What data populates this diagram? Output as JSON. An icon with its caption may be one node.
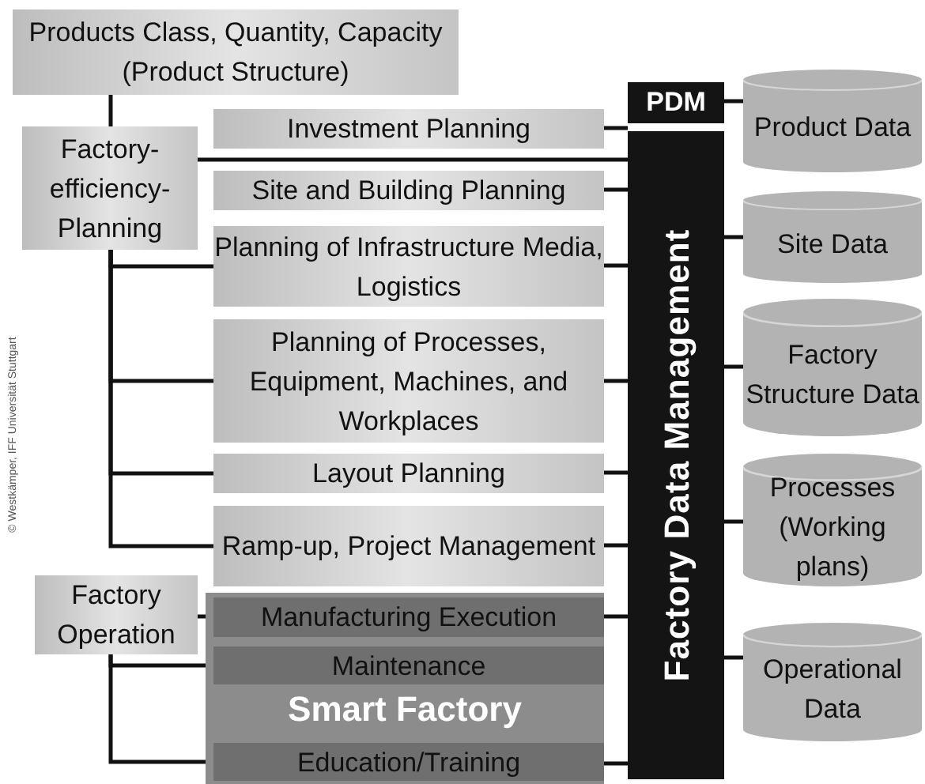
{
  "diagram": {
    "nodes": [
      {
        "text": [
          "Products Class, Quantity, Capacity (Product Structure)"
        ]
      },
      {
        "text": [
          "Factory-efficiency-Planning"
        ]
      },
      {
        "text": [
          "Investment Planning"
        ]
      },
      {
        "text": [
          "Site and Building Planning"
        ]
      },
      {
        "text": [
          "Planning of Infrastructure Media, Logistics"
        ]
      },
      {
        "text": [
          "Planning of Processes, Equipment, Machines, and Workplaces"
        ]
      },
      {
        "text": [
          "Layout Planning"
        ]
      },
      {
        "text": [
          "Ramp-up, Project Management"
        ]
      },
      {
        "text": [
          "Factory Operation"
        ]
      },
      {
        "text": [
          "Smart Factory"
        ]
      },
      {
        "text": [
          "Manufacturing Execution"
        ],
        "in": 9
      },
      {
        "text": [
          "Maintenance"
        ],
        "in": 9
      },
      {
        "text": [
          "Education/Training"
        ],
        "in": 9
      },
      {
        "text": [
          "PDM"
        ]
      },
      {
        "text": [
          "Factory Data Management"
        ]
      },
      {
        "text": [
          "Product Data"
        ]
      },
      {
        "text": [
          "Site Data"
        ]
      },
      {
        "text": [
          "Factory Structure Data"
        ]
      },
      {
        "text": [
          "Processes (Working plans)"
        ]
      },
      {
        "text": [
          "Operational Data"
        ]
      }
    ],
    "edges": [
      {
        "from": 0,
        "to": 1,
        "arrow": "none"
      },
      {
        "from": 1,
        "to": 14,
        "arrow": "none"
      },
      {
        "from": 1,
        "to": 4,
        "arrow": "none"
      },
      {
        "from": 1,
        "to": 5,
        "arrow": "none"
      },
      {
        "from": 1,
        "to": 6,
        "arrow": "none"
      },
      {
        "from": 1,
        "to": 7,
        "arrow": "none"
      },
      {
        "from": 8,
        "to": 10,
        "arrow": "none"
      },
      {
        "from": 8,
        "to": 11,
        "arrow": "none"
      },
      {
        "from": 8,
        "to": 12,
        "arrow": "none"
      },
      {
        "from": 2,
        "to": 14,
        "arrow": "none"
      },
      {
        "from": 3,
        "to": 14,
        "arrow": "none"
      },
      {
        "from": 4,
        "to": 14,
        "arrow": "none"
      },
      {
        "from": 5,
        "to": 14,
        "arrow": "none"
      },
      {
        "from": 6,
        "to": 14,
        "arrow": "none"
      },
      {
        "from": 7,
        "to": 14,
        "arrow": "none"
      },
      {
        "from": 10,
        "to": 14,
        "arrow": "none"
      },
      {
        "from": 12,
        "to": 14,
        "arrow": "none"
      },
      {
        "from": 13,
        "to": 15,
        "arrow": "none"
      },
      {
        "from": 14,
        "to": 16,
        "arrow": "none"
      },
      {
        "from": 14,
        "to": 17,
        "arrow": "none"
      },
      {
        "from": 14,
        "to": 18,
        "arrow": "none"
      },
      {
        "from": 14,
        "to": 19,
        "arrow": "none"
      }
    ],
    "labels": [
      "© Westkämper, IFF Universität Stuttgart"
    ]
  }
}
